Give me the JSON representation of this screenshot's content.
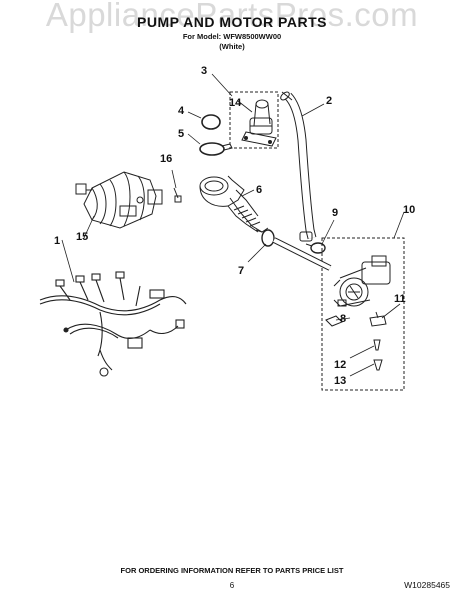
{
  "watermark": "AppliancePartsPros.com",
  "header": {
    "title": "PUMP AND MOTOR PARTS",
    "model_line": "For Model: WFW8500WW00",
    "color_line": "(White)"
  },
  "callouts": [
    "1",
    "2",
    "3",
    "4",
    "5",
    "6",
    "7",
    "8",
    "9",
    "10",
    "11",
    "12",
    "13",
    "14",
    "15",
    "16"
  ],
  "footer": {
    "ordering_note": "FOR ORDERING INFORMATION REFER TO PARTS PRICE LIST",
    "page_number": "6",
    "document_number": "W10285465"
  }
}
